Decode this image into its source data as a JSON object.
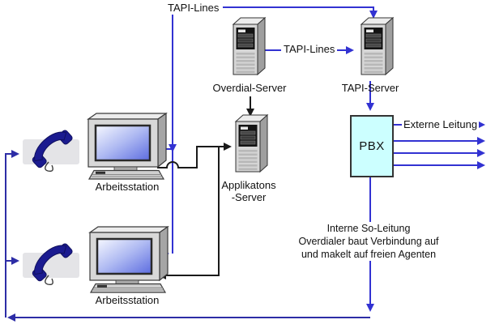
{
  "diagram": {
    "type": "network-topology",
    "labels": {
      "tapi_lines_top": "TAPI-Lines",
      "tapi_lines_mid": "TAPI-Lines",
      "externe_leitung": "Externe Leitung"
    },
    "nodes": {
      "overdial_server": {
        "label": "Overdial-Server",
        "icon": "server-tower-icon"
      },
      "tapi_server": {
        "label": "TAPI-Server",
        "icon": "server-tower-icon"
      },
      "applikatons_server": {
        "label_line1": "Applikatons",
        "label_line2": "-Server",
        "icon": "server-tower-icon"
      },
      "workstation_1": {
        "label": "Arbeitsstation",
        "icon": "desktop-computer-icon"
      },
      "workstation_2": {
        "label": "Arbeitsstation",
        "icon": "desktop-computer-icon"
      },
      "pbx": {
        "label": "PBX"
      },
      "phone_1": {
        "icon": "telephone-handset-icon"
      },
      "phone_2": {
        "icon": "telephone-handset-icon"
      }
    },
    "note": {
      "line1": "Interne So-Leitung",
      "line2": "Overdialer baut Verbindung auf",
      "line3": "und makelt auf freien Agenten"
    },
    "colors": {
      "line_blue": "#3232d2",
      "line_navy": "#2d2da6",
      "line_black": "#1a1a1a",
      "pbx_fill": "#ccffff",
      "phone_handset": "#1b1b90",
      "screen_blue": "#5c6ce0"
    }
  }
}
